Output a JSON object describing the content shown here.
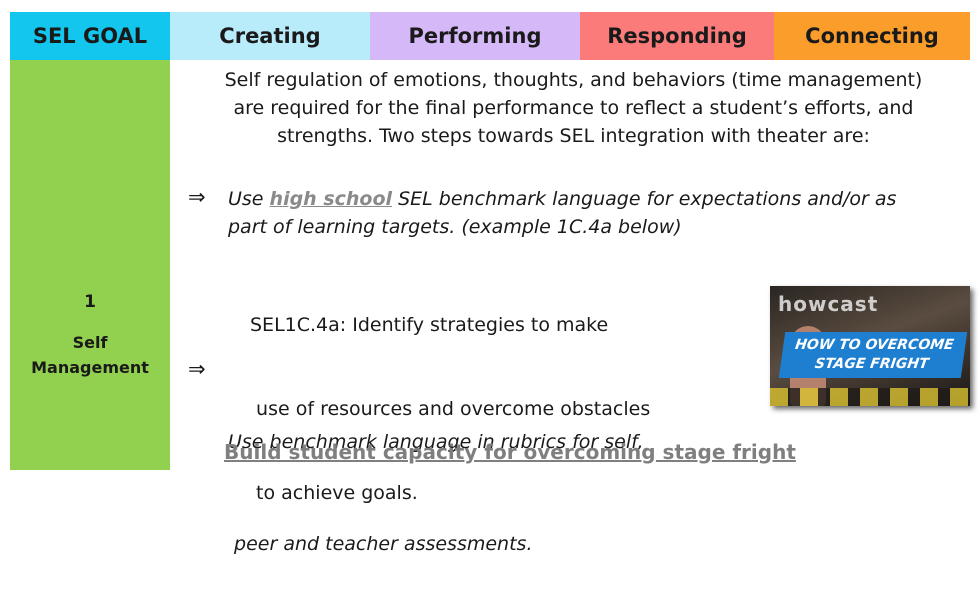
{
  "header": {
    "sel_goal": "SEL GOAL",
    "creating": "Creating",
    "performing": "Performing",
    "responding": "Responding",
    "connecting": "Connecting"
  },
  "side": {
    "number": "1",
    "label_line1": "Self",
    "label_line2": "Management"
  },
  "intro": {
    "line1": "Self regulation of emotions, thoughts, and behaviors (time management)",
    "line2": "are required for the final performance to reflect a student’s efforts, and",
    "line3": "strengths. Two steps towards SEL integration with theater are:"
  },
  "bullet1": {
    "arrow": "⇒",
    "pre": "Use ",
    "link": "high school",
    "post": " SEL benchmark language for  expectations and/or as",
    "line2": "part of learning targets. (example 1C.4a below)"
  },
  "benchmark": {
    "line1": "SEL1C.4a: Identify strategies to make",
    "line2": " use of resources and overcome obstacles",
    "line3": " to achieve goals."
  },
  "bullet2": {
    "arrow": "⇒",
    "line1": "Use benchmark language in rubrics for self,",
    "line2": " peer and teacher assessments."
  },
  "footer": "Build student capacity for overcoming stage fright",
  "video": {
    "logo": "howcast",
    "banner_line1": "HOW TO OVERCOME",
    "banner_line2": "STAGE FRIGHT"
  },
  "colors": {
    "sel_goal": "#12c6ee",
    "creating": "#b8ecfb",
    "performing": "#d5b8f8",
    "responding": "#fb7b7b",
    "connecting": "#fb9d2a",
    "side": "#92d150"
  }
}
